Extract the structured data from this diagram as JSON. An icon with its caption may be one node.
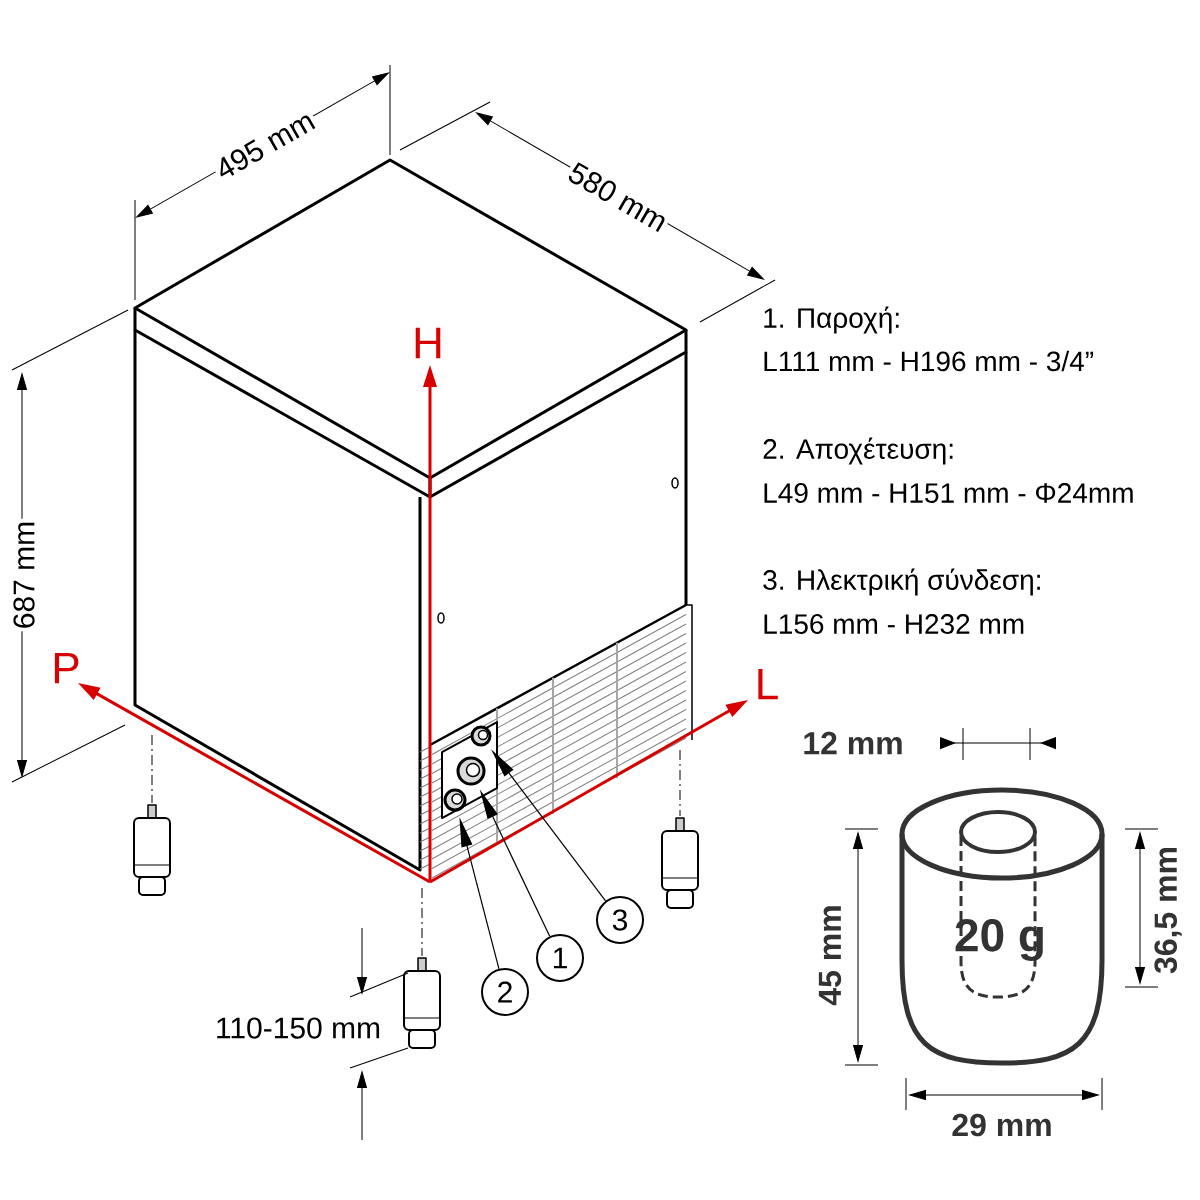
{
  "diagram": {
    "nodes": [
      {
        "text": [
          "1"
        ]
      },
      {
        "text": [
          "2"
        ]
      },
      {
        "text": [
          "3"
        ]
      },
      {
        "text": [],
        "shape": "circle"
      },
      {
        "text": [],
        "shape": "circle"
      },
      {
        "text": [],
        "shape": "circle"
      }
    ],
    "edges": [
      {
        "from": 0,
        "to": 4,
        "arrow": "to"
      },
      {
        "from": 1,
        "to": 5,
        "arrow": "to"
      },
      {
        "from": 2,
        "to": 3,
        "arrow": "to"
      }
    ],
    "labels": [
      "495 mm",
      "580 mm",
      "687 mm",
      "H",
      "P",
      "L",
      "110-150 mm",
      "1. Παροχή:",
      "L111 mm - H196 mm - 3/4”",
      "2. Αποχέτευση:",
      "L49 mm - H151 mm - Φ24mm",
      "3. Ηλεκτρική σύνδεση:",
      "L156 mm - H232 mm",
      "12 mm",
      "45 mm",
      "20 g",
      "36,5 mm",
      "29 mm"
    ]
  }
}
